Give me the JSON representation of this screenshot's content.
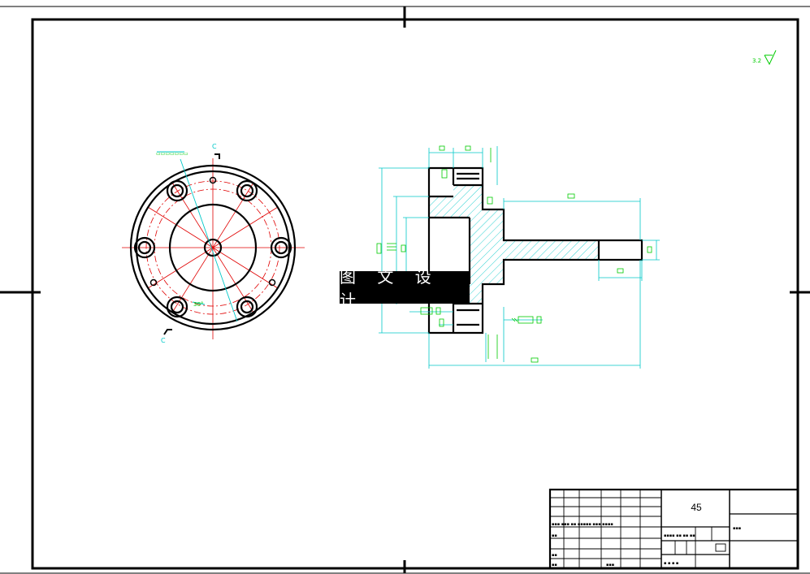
{
  "colors": {
    "frame": "#000000",
    "dimension": "#00c8c8",
    "centerline": "#e00000",
    "hatch": "#00c8c8",
    "text": "#00cc00",
    "paper": "#ffffff"
  },
  "watermark": {
    "text": "图 文 设 计"
  },
  "title_block": {
    "material": "45"
  },
  "annotations": {
    "section_label_top": "C",
    "section_label_bottom": "C",
    "angle_note": "30°"
  },
  "icons": {
    "roughness": "surface-roughness-symbol",
    "section_arrow": "section-arrow-icon"
  }
}
